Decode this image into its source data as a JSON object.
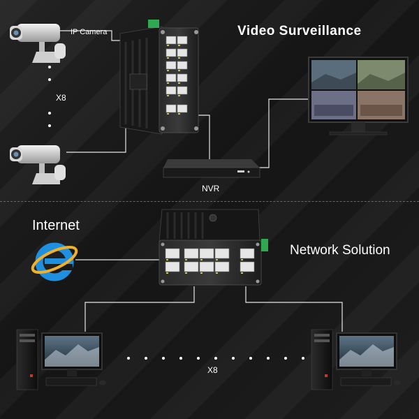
{
  "labels": {
    "video_surveillance": "Video Surveillance",
    "network_solution": "Network Solution",
    "internet": "Internet",
    "ip_camera": "IP Camera",
    "x8_cameras": "X8",
    "nvr": "NVR",
    "x8_computers": "X8"
  },
  "colors": {
    "background": "#1a1a1a",
    "wire": "#e6e6e6",
    "switch_body": "#1e1e1e",
    "terminal_green": "#2fa84f",
    "ie_blue": "#1f8fe0",
    "port_led": "#d6c62a"
  },
  "icons": [
    "ip-camera-icon",
    "industrial-switch-icon",
    "nvr-icon",
    "monitor-icon",
    "internet-explorer-icon",
    "desktop-computer-icon"
  ]
}
